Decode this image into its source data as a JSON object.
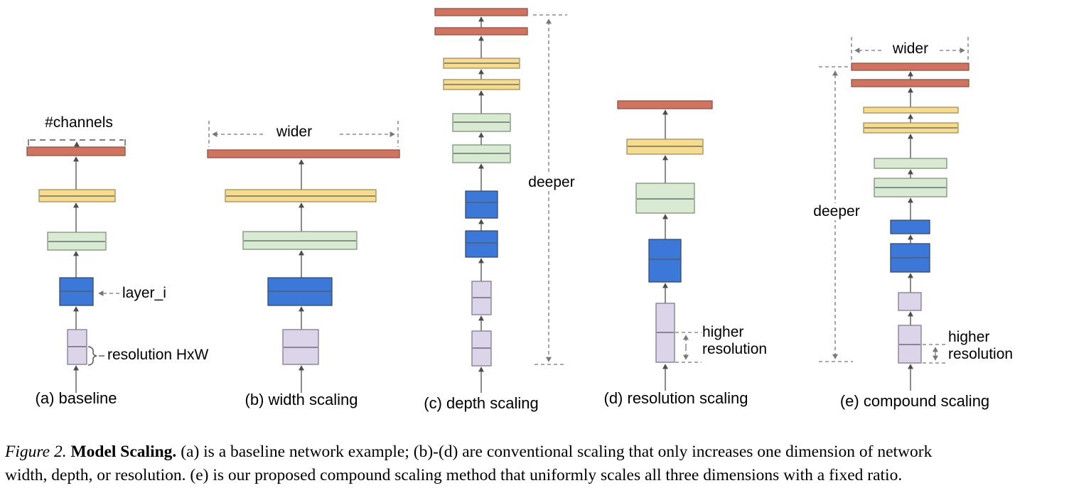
{
  "colors": {
    "red-fill": "#D2735F",
    "red-stroke": "#8F5347",
    "yellow-fill": "#F8DC8D",
    "yellow-stroke": "#9C9060",
    "green-fill": "#D9EAD3",
    "green-stroke": "#7F8F7B",
    "blue-fill": "#3C78D8",
    "blue-stroke": "#3A4A66",
    "purple-fill": "#DCD5E9",
    "purple-stroke": "#807A91",
    "arrow": "#4D4D4D",
    "dash": "#777777",
    "text": "#000000",
    "background": "#FFFFFF"
  },
  "labels": {
    "channels": "#channels",
    "wider": "wider",
    "layer_i": "layer_i",
    "resolution_hxw": "resolution HxW",
    "deeper": "deeper",
    "higher_resolution": "higher resolution"
  },
  "diagrams": {
    "a": {
      "caption": "(a) baseline",
      "layers_bottom_to_top": [
        "purple",
        "blue",
        "green",
        "yellow",
        "red"
      ],
      "annotations": [
        "#channels",
        "layer_i",
        "resolution HxW"
      ]
    },
    "b": {
      "caption": "(b) width scaling",
      "layers_bottom_to_top": [
        "purple",
        "blue",
        "green",
        "yellow",
        "red"
      ],
      "annotations": [
        "wider"
      ]
    },
    "c": {
      "caption": "(c) depth scaling",
      "layers_bottom_to_top": [
        "purple",
        "purple",
        "blue",
        "blue",
        "green",
        "green",
        "yellow",
        "yellow",
        "red",
        "red"
      ],
      "annotations": [
        "deeper"
      ]
    },
    "d": {
      "caption": "(d) resolution scaling",
      "layers_bottom_to_top": [
        "purple",
        "blue",
        "green",
        "yellow",
        "red"
      ],
      "annotations": [
        "higher resolution"
      ]
    },
    "e": {
      "caption": "(e) compound scaling",
      "layers_bottom_to_top": [
        "purple",
        "purple",
        "blue",
        "blue",
        "green",
        "green",
        "yellow",
        "yellow",
        "red",
        "red"
      ],
      "annotations": [
        "wider",
        "deeper",
        "higher resolution"
      ]
    }
  },
  "figure_caption": {
    "figure_label": "Figure 2.",
    "title": "Model Scaling.",
    "line1_rest": "(a) is a baseline network example; (b)-(d) are conventional scaling that only increases one dimension of network",
    "line2": "width, depth, or resolution. (e) is our proposed compound scaling method that uniformly scales all three dimensions with a fixed ratio."
  }
}
